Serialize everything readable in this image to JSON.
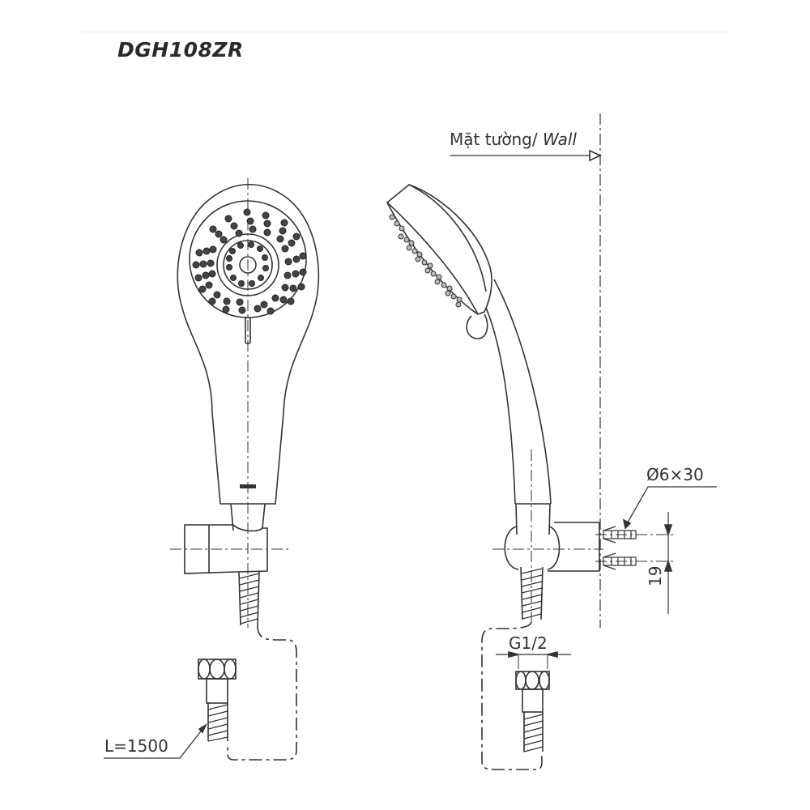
{
  "title": "DGH108ZR",
  "labels": {
    "wall_vi": "Mặt tường/",
    "wall_en": "Wall",
    "anchor_size": "Ø6×30",
    "hose_length": "L=1500",
    "thread_size": "G1/2",
    "anchor_spacing": "19"
  },
  "views": [
    {
      "name": "front-view",
      "parts": [
        "shower-head",
        "spray-face-nozzles",
        "handle",
        "logo",
        "wall-bracket",
        "hose",
        "hose-nut"
      ]
    },
    {
      "name": "side-view",
      "parts": [
        "shower-head",
        "handle",
        "wall-bracket",
        "wall-anchors",
        "hose",
        "hose-nut"
      ]
    }
  ],
  "colors": {
    "line": "#333333",
    "background": "#ffffff"
  }
}
